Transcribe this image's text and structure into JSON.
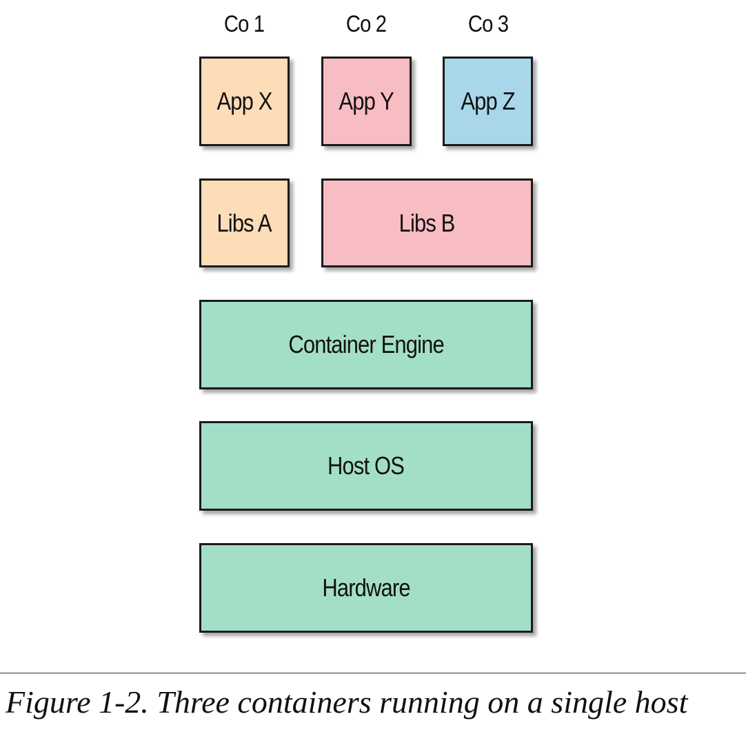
{
  "columns": {
    "co1": "Co 1",
    "co2": "Co 2",
    "co3": "Co 3"
  },
  "apps": {
    "app_x": "App X",
    "app_y": "App Y",
    "app_z": "App Z"
  },
  "libs": {
    "libs_a": "Libs A",
    "libs_b": "Libs B"
  },
  "layers": {
    "container_engine": "Container Engine",
    "host_os": "Host OS",
    "hardware": "Hardware"
  },
  "caption": "Figure 1-2. Three containers running on a single host",
  "colors": {
    "co1_fill": "#fddcb8",
    "co2_fill": "#f8bcc3",
    "co3_fill": "#a9d7ea",
    "shared_fill": "#a3dfc6",
    "border": "#1a1a1a"
  }
}
